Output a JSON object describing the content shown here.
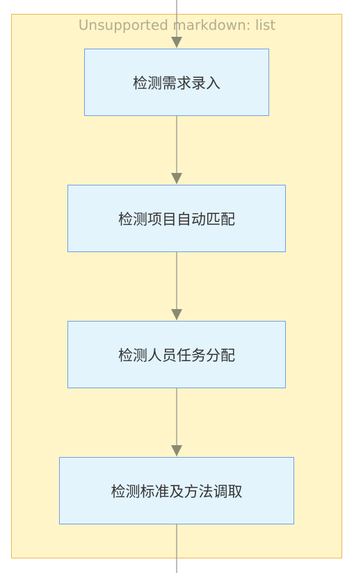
{
  "cluster": {
    "label": "Unsupported markdown: list"
  },
  "nodes": [
    {
      "label": "检测需求录入"
    },
    {
      "label": "检测项目自动匹配"
    },
    {
      "label": "检测人员任务分配"
    },
    {
      "label": "检测标准及方法调取"
    }
  ],
  "colors": {
    "cluster_fill": "#fff5c8",
    "cluster_border": "#f0b74a",
    "node_fill": "#e3f4fd",
    "node_border": "#6d9fe8",
    "edge": "#8f8f8f"
  }
}
